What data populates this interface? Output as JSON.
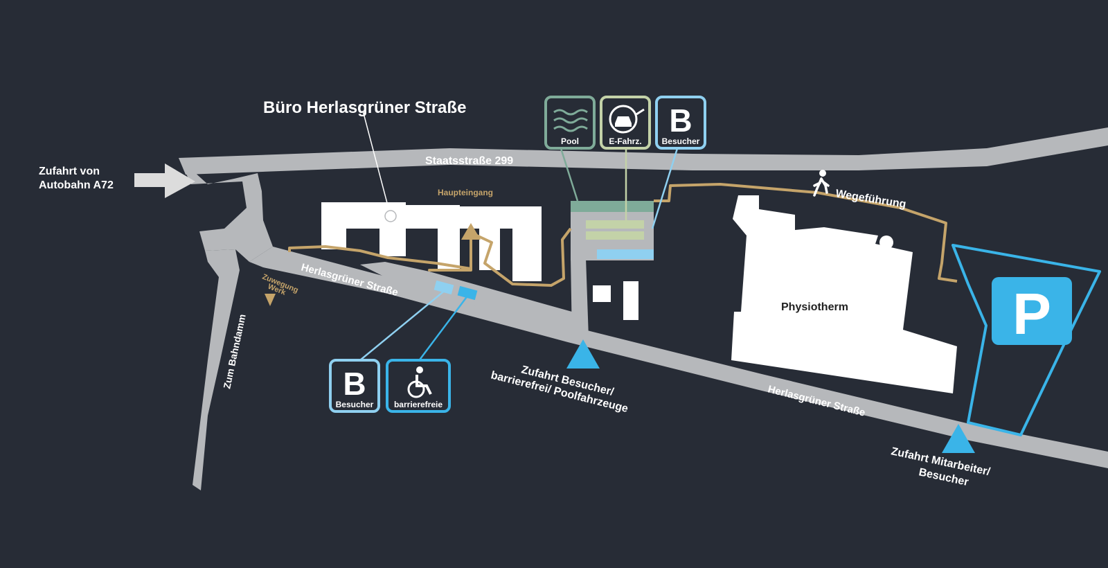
{
  "colors": {
    "background": "#272c36",
    "road": "#b6b8bb",
    "building": "#ffffff",
    "path": "#c5a46a",
    "blue": "#3ab4e8",
    "light_blue": "#8fd0f0",
    "pool_green": "#7fab99",
    "ev_green": "#c3d2a8"
  },
  "labels": {
    "office": "Büro Herlasgrüner Straße",
    "access_motorway_line1": "Zufahrt von",
    "access_motorway_line2": "Autobahn A72",
    "state_road": "Staatsstraße 299",
    "main_entrance": "Haupteingang",
    "road_upper": "Herlasgrüner Straße",
    "road_lower": "Herlasgrüner Straße",
    "access_works_line1": "Zuwegung",
    "access_works_line2": "Werk",
    "bahndamm": "Zum Bahndamm",
    "physiotherm": "Physiotherm",
    "walkway": "Wegeführung",
    "access_visitors_line1": "Zufahrt Besucher/",
    "access_visitors_line2": "barrierefrei/ Poolfahrzeuge",
    "access_staff_line1": "Zufahrt Mitarbeiter/",
    "access_staff_line2": "Besucher"
  },
  "icons": {
    "pool": {
      "name": "pool-waves-icon",
      "label": "Pool"
    },
    "ev": {
      "name": "ev-charging-icon",
      "label": "E-Fahrz."
    },
    "visitor_top": {
      "name": "visitor-parking-icon",
      "glyph": "B",
      "label": "Besucher"
    },
    "visitor_bottom": {
      "name": "visitor-parking-icon",
      "glyph": "B",
      "label": "Besucher"
    },
    "accessible": {
      "name": "wheelchair-icon",
      "label": "barrierefreie"
    },
    "parking": {
      "name": "parking-icon",
      "glyph": "P"
    },
    "pedestrian": {
      "name": "pedestrian-icon"
    }
  }
}
